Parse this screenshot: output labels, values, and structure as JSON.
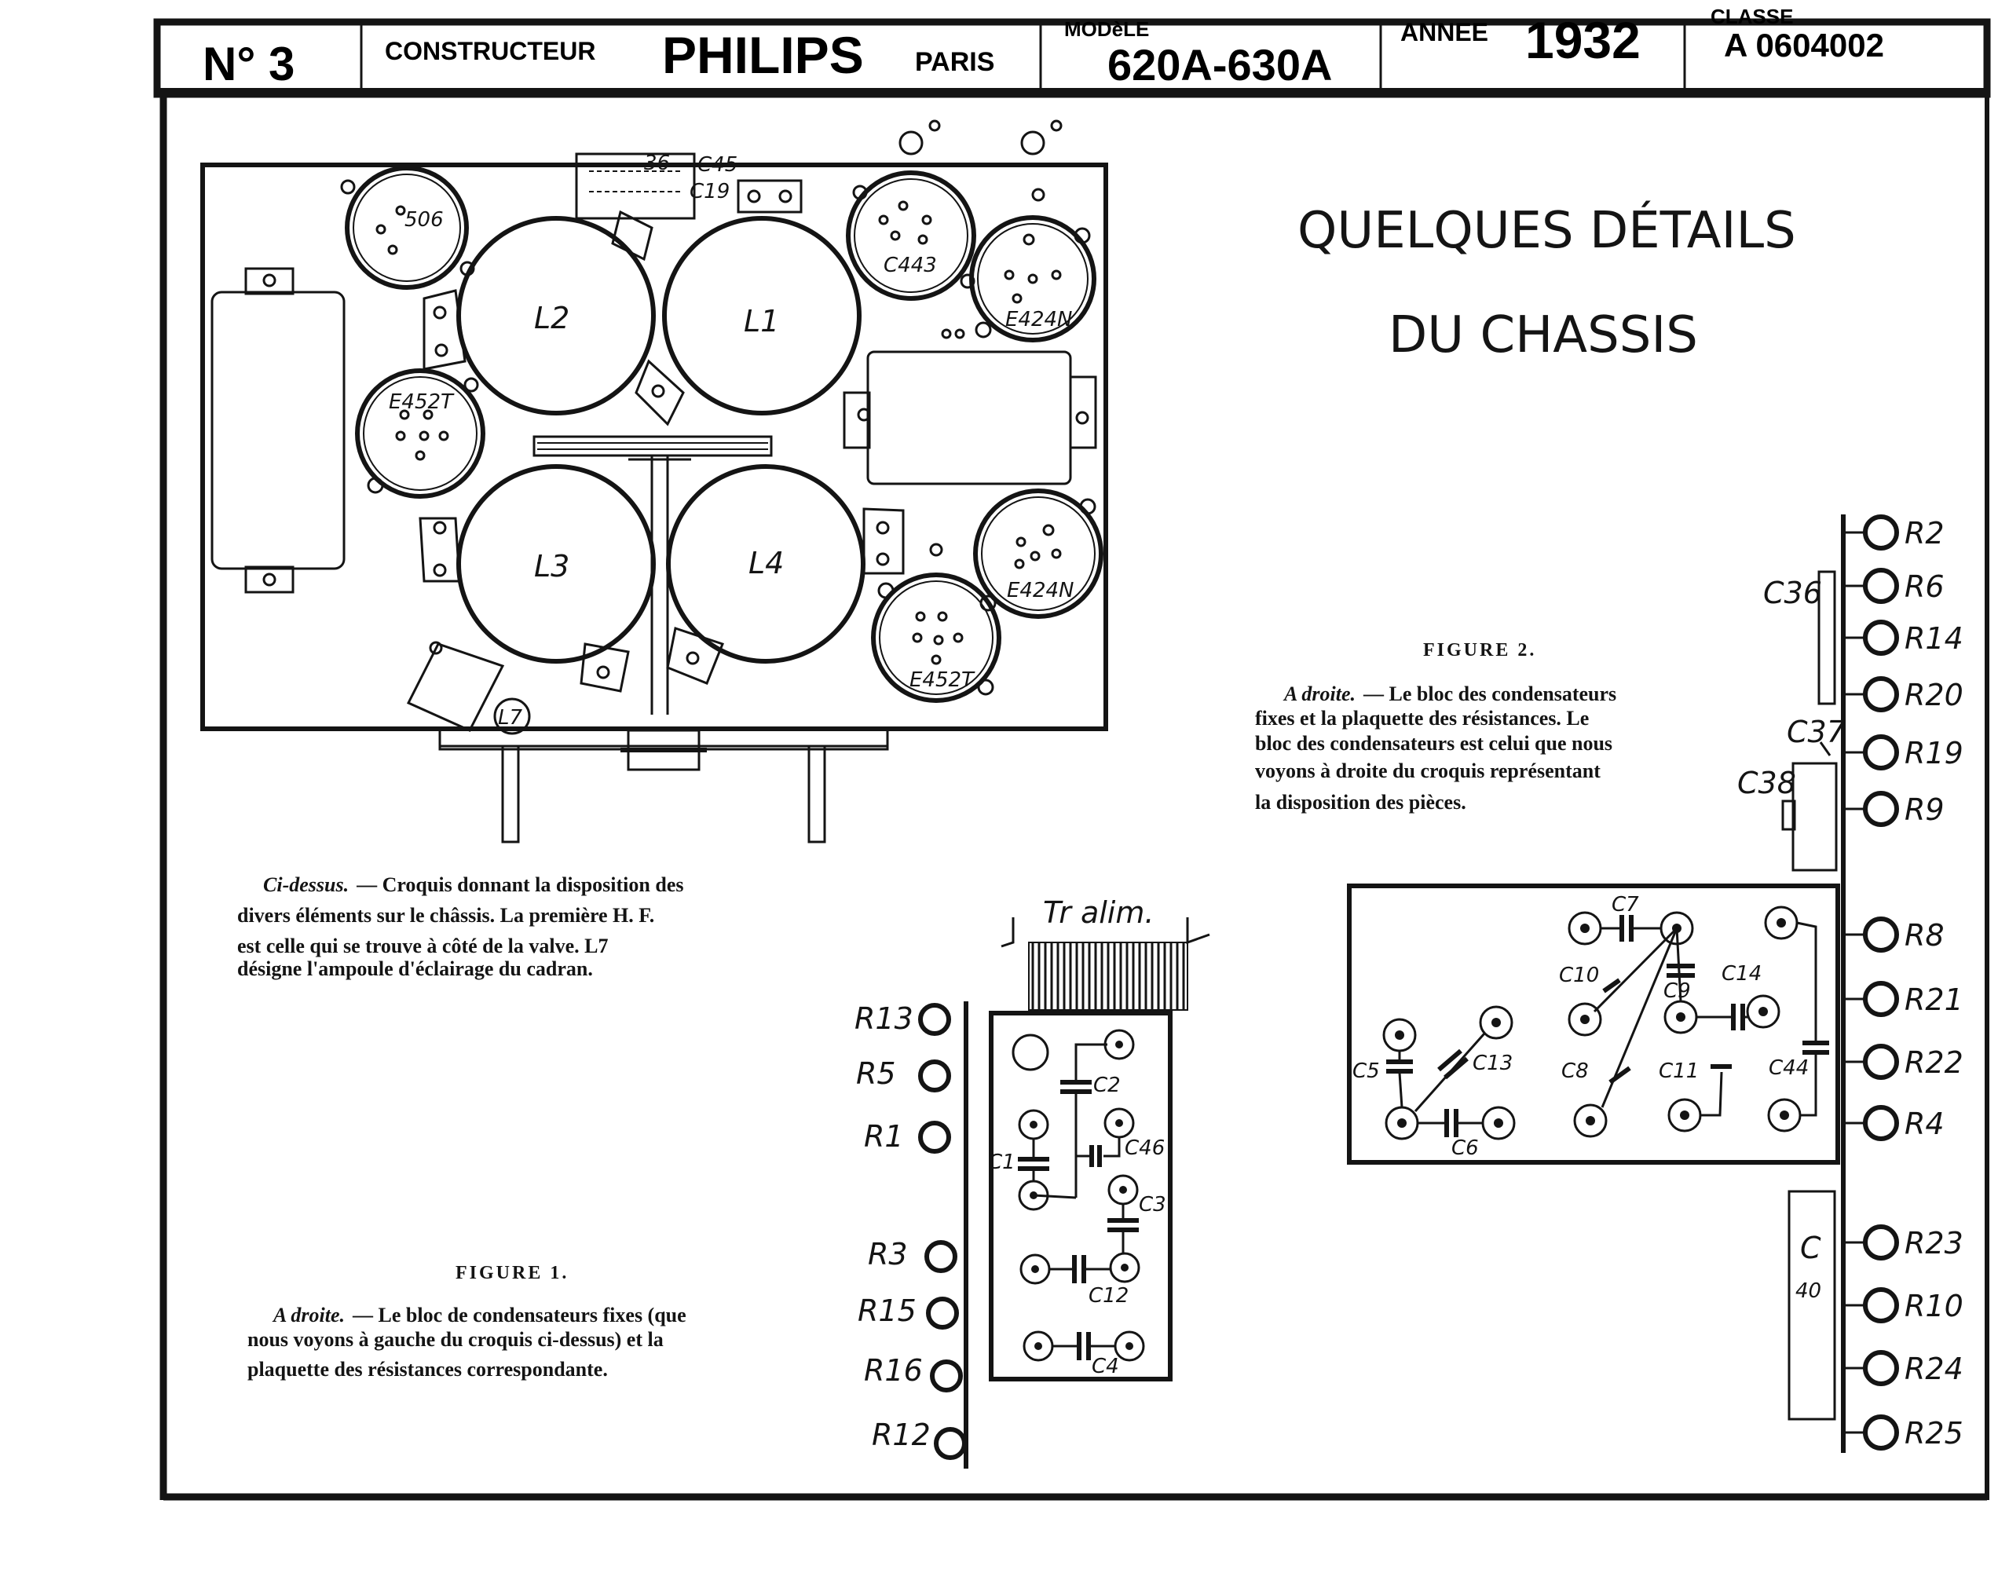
{
  "header": {
    "number": "N° 3",
    "constructeur_label": "CONSTRUCTEUR",
    "brand": "PHILIPS",
    "city": "PARIS",
    "modele_label": "MODèLE",
    "modele": "620A-630A",
    "annee_label": "ANNEE",
    "annee": "1932",
    "classe_label": "CLASSE",
    "classe": "A 0604002"
  },
  "title": {
    "line1": "QUELQUES DÉTAILS",
    "line2": "DU CHASSIS"
  },
  "chassis": {
    "coils": [
      "L2",
      "L1",
      "L3",
      "L4"
    ],
    "tubes": [
      "506",
      "C443",
      "E424N",
      "E452T",
      "E424N",
      "E452T"
    ],
    "top_caps": [
      "C45",
      "C19",
      "36"
    ],
    "lamp": "L7"
  },
  "caption_top": {
    "lead": "Ci-dessus.",
    "lines": [
      "— Croquis donnant la disposition des",
      "divers éléments sur le châssis. La première H. F.",
      "est celle qui se trouve à côté de la valve. L7",
      "désigne l'ampoule d'éclairage du cadran."
    ]
  },
  "figure1": {
    "title": "FIGURE 1.",
    "lead": "A droite.",
    "lines": [
      "— Le bloc de condensateurs fixes (que",
      "nous voyons à gauche du croquis ci-dessus) et la",
      "plaquette des résistances correspondante."
    ],
    "transformer": "Tr alim.",
    "resistors": [
      "R13",
      "R5",
      "R1",
      "R3",
      "R15",
      "R16",
      "R12"
    ],
    "capacitors": [
      "C2",
      "C1",
      "C46",
      "C3",
      "C12",
      "C4"
    ]
  },
  "figure2": {
    "title": "FIGURE 2.",
    "lead": "A droite.",
    "lines": [
      "— Le bloc des condensateurs",
      "fixes et la plaquette des résistances. Le",
      "bloc des condensateurs est celui que nous",
      "voyons à droite du croquis représentant",
      "la disposition des pièces."
    ],
    "resistors": [
      "R2",
      "R6",
      "R14",
      "R20",
      "R19",
      "R9",
      "R8",
      "R21",
      "R22",
      "R4",
      "R23",
      "R10",
      "R24",
      "R25"
    ],
    "side_caps": [
      "C36",
      "C37",
      "C38"
    ],
    "block_caps": [
      "C7",
      "C10",
      "C9",
      "C14",
      "C5",
      "C13",
      "C8",
      "C11",
      "C44",
      "C6"
    ],
    "c40_top": "C",
    "c40_bottom": "40"
  }
}
